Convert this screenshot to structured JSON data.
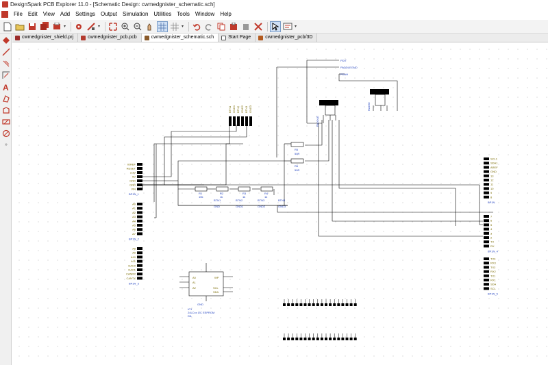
{
  "window": {
    "title": "DesignSpark PCB Explorer 11.0 - [Schematic Design: cwmedgnister_schematic.sch]"
  },
  "menu": [
    "File",
    "Edit",
    "View",
    "Add",
    "Settings",
    "Output",
    "Simulation",
    "Utilities",
    "Tools",
    "Window",
    "Help"
  ],
  "tabs": [
    {
      "label": "cwmedgnister_shield.prj",
      "color": "#9b2b2b"
    },
    {
      "label": "cwmedgnister_pcb.pcb",
      "color": "#b33a2e"
    },
    {
      "label": "cwmedgnister_schematic.sch",
      "color": "#8a5a2a"
    },
    {
      "label": "Start Page",
      "color": "#555555"
    },
    {
      "label": "cwmedgnister_pcb/3D",
      "color": "#b35a1e"
    }
  ],
  "active_tab": "cwmedgnister_schematic.sch",
  "toolbar_icons": [
    "new-icon",
    "open-icon",
    "save-icon",
    "save-all-icon",
    "print-icon",
    "settings-icon",
    "design-rules-icon",
    "zoom-extents-icon",
    "zoom-in-icon",
    "zoom-out-icon",
    "pan-icon",
    "grid-icon",
    "snap-icon",
    "undo-icon",
    "redo-icon",
    "copy-icon",
    "paste-icon",
    "cut-icon",
    "delete-icon",
    "select-icon",
    "properties-icon"
  ],
  "left_tools": [
    "component-icon",
    "wire-icon",
    "bus-icon",
    "line-icon",
    "text-icon",
    "polygon-icon",
    "shape-icon",
    "rectangle-icon",
    "circle-icon"
  ],
  "schematic": {
    "net_labels_top": [
      "PDIT",
      "PADDLEGND",
      "PDAH"
    ],
    "radio_label": "RADIO",
    "paddle_label": "PADDLE",
    "resistors": [
      {
        "ref": "R1",
        "value": "10k"
      },
      {
        "ref": "R2",
        "value": "1k"
      },
      {
        "ref": "R3",
        "value": "1k"
      },
      {
        "ref": "R4",
        "value": "1k"
      },
      {
        "ref": "R5",
        "value": "50R"
      },
      {
        "ref": "R6",
        "value": "50R"
      }
    ],
    "mid_nets": [
      "GND",
      "BTN1",
      "GND1",
      "BTN2",
      "GND2",
      "GND3",
      "BTN3"
    ],
    "left_header1": {
      "pins": [
        "IOREF",
        "RESET",
        "3.3V",
        "5V",
        "GND",
        "GND",
        "VIN"
      ],
      "ref": "BP1N_1"
    },
    "left_header2": {
      "pins": [
        "A0",
        "A1",
        "A2",
        "A3",
        "A4",
        "A5",
        "A6",
        "A7"
      ],
      "ref": "BP1N_2"
    },
    "left_header3": {
      "pins": [
        "A8",
        "A9",
        "A10",
        "A11",
        "DAC0",
        "DAC1",
        "CANRX",
        "CANTX"
      ],
      "ref": "BP1N_3"
    },
    "right_header1": {
      "pins": [
        "SCL1",
        "SDA1",
        "AREF",
        "GND",
        "13",
        "12",
        "11",
        "10",
        "9",
        "8"
      ],
      "ref": "BP1N"
    },
    "right_header2": {
      "pins": [
        "7",
        "6",
        "5",
        "4",
        "3",
        "2",
        "TX",
        "RX"
      ],
      "ref": "BP1N_4"
    },
    "right_header3": {
      "pins": [
        "TX3",
        "RX3",
        "TX2",
        "RX2",
        "TX1",
        "RX1",
        "SDA",
        "SCL"
      ],
      "ref": "BP1N_5"
    },
    "eeprom": {
      "ref": "IC1",
      "name": "24LCxx I2C EEPROM",
      "extra": "DIL",
      "pins_left": [
        "A0",
        "A1",
        "A2"
      ],
      "pins_right": [
        "WP",
        "SCL",
        "SDA"
      ],
      "gnd": "GND"
    }
  }
}
